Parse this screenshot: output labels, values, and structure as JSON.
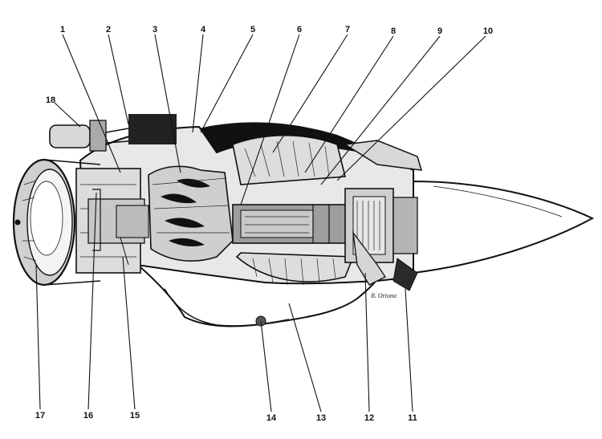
{
  "figure": {
    "signature": "B. Ortona"
  },
  "labels": {
    "l1": "1",
    "l2": "2",
    "l3": "3",
    "l4": "4",
    "l5": "5",
    "l6": "6",
    "l7": "7",
    "l8": "8",
    "l9": "9",
    "l10": "10",
    "l11": "11",
    "l12": "12",
    "l13": "13",
    "l14": "14",
    "l15": "15",
    "l16": "16",
    "l17": "17",
    "l18": "18"
  }
}
